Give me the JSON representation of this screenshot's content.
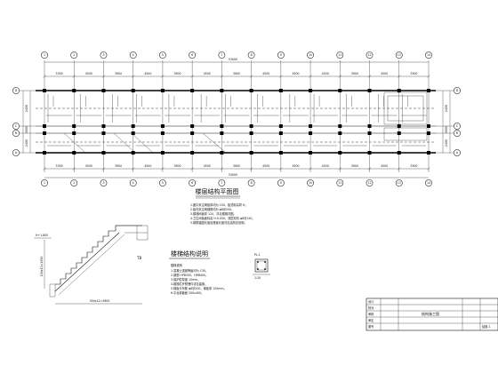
{
  "plan": {
    "title": "楼层结构平面图",
    "top_labels": [
      "1",
      "2",
      "3",
      "4",
      "5",
      "6",
      "7",
      "8",
      "9",
      "10",
      "11",
      "12",
      "13",
      "14"
    ],
    "bottom_labels": [
      "1",
      "2",
      "3",
      "4",
      "5",
      "6",
      "7",
      "8",
      "9",
      "10",
      "11",
      "12",
      "13",
      "14"
    ],
    "row_labels": [
      "D",
      "C",
      "B",
      "A"
    ],
    "overall_dim": "53000",
    "bay_dims": [
      "3300",
      "4500",
      "3900",
      "4500",
      "3900",
      "4500",
      "3900",
      "4500",
      "3900",
      "4500",
      "3900",
      "4500",
      "3300"
    ],
    "side_dims": [
      "2400",
      "3000",
      "2400",
      "2700"
    ]
  },
  "notes_main": {
    "lines": [
      "1.图中未注明板厚均为 100，板顶标高同 H。",
      "2.板内未注明钢筋均为 φ8@200。",
      "3.楼梯间板厚 120，详见楼梯详图。",
      "4.卫生间板面标高 H-0.050，双层双向 φ8@150。",
      "5.钢筋锚固长度及搭接长度详见结构总说明。"
    ]
  },
  "stair_section": {
    "label": "TB",
    "level_mark": "H+1.800",
    "dim_text": "300x12=3600",
    "height_text": "150x13=1950"
  },
  "stair_notes": {
    "title": "楼梯结构说明",
    "lines": [
      "楼梯说明",
      "1.混凝土强度等级均为 C30。",
      "2.钢筋 HPB300，HRB400。",
      "3.保护层厚度 15mm。",
      "4.楼梯栏杆预埋件详见建施。",
      "5.梯板分布筋 φ8@200，梯板厚 120mm。",
      "6.平台梁截面 200x400。"
    ]
  },
  "detail": {
    "label": "PL-1",
    "scale": "1:20"
  },
  "title_block": {
    "rows": [
      "设计",
      "校对",
      "审核",
      "审定",
      "图号"
    ],
    "project": "结构施工图",
    "sheet": "结施-1"
  }
}
